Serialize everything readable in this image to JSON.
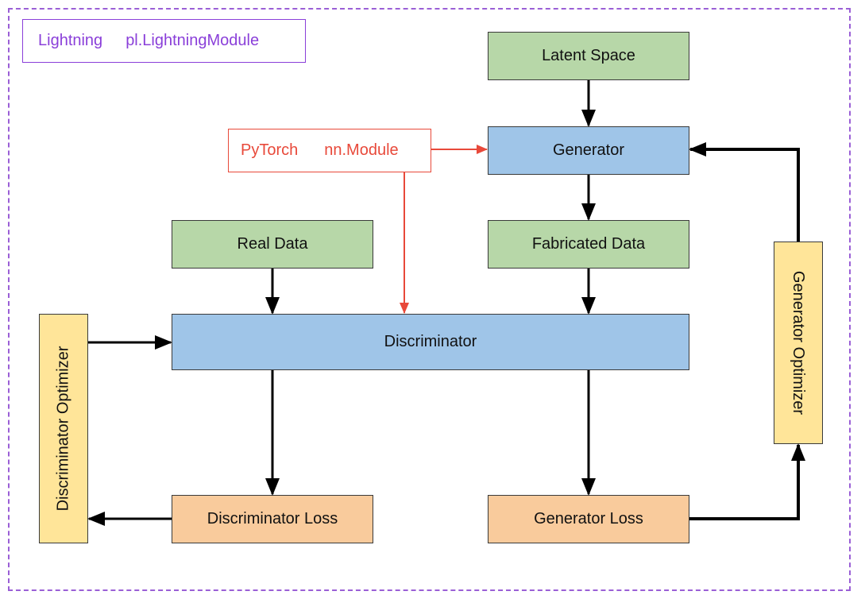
{
  "legend_lightning": {
    "framework": "Lightning",
    "class_name": "pl.LightningModule",
    "color": "#8a3fd9"
  },
  "legend_pytorch": {
    "framework": "PyTorch",
    "class_name": "nn.Module",
    "color": "#e8493a"
  },
  "nodes": {
    "latent_space": "Latent Space",
    "generator": "Generator",
    "real_data": "Real Data",
    "fabricated_data": "Fabricated Data",
    "discriminator": "Discriminator",
    "discriminator_loss": "Discriminator Loss",
    "generator_loss": "Generator Loss",
    "discriminator_optimizer": "Discriminator Optimizer",
    "generator_optimizer": "Generator Optimizer"
  },
  "colors": {
    "data_box": "#b7d7a8",
    "module_box": "#9fc5e8",
    "loss_box": "#f9cb9c",
    "optimizer_box": "#ffe599",
    "frame": "#9a5fd6"
  }
}
